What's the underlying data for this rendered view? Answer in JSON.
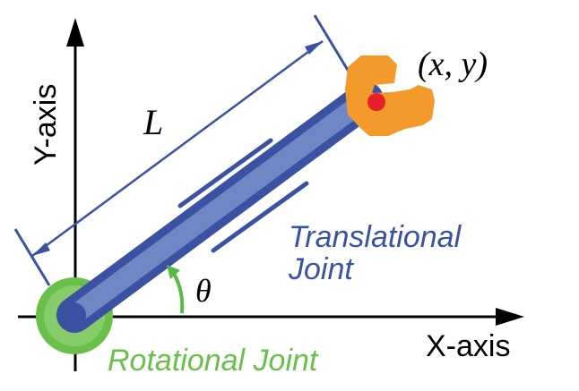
{
  "labels": {
    "y_axis": "Y-axis",
    "x_axis": "X-axis",
    "length": "L",
    "coordinates": "(x, y)",
    "angle": "θ",
    "translational_line1": "Translational",
    "translational_line2": "Joint",
    "rotational": "Rotational Joint"
  },
  "colors": {
    "axis": "#000000",
    "arm_dark": "#3b52a3",
    "arm_light": "#7186c4",
    "rotational_joint_outer": "#6abf4b",
    "rotational_joint_inner": "#86cd6a",
    "gripper": "#f39a2b",
    "end_point": "#e5202a",
    "angle_arc": "#58b947",
    "translational_text": "#3b52a3",
    "rotational_text": "#6abf4b"
  },
  "icons": {
    "end_effector": "gripper-icon",
    "joint": "rotational-joint-icon"
  }
}
